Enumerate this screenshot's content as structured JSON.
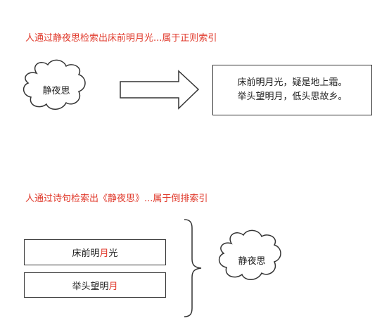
{
  "section1": {
    "caption": "人通过静夜思检索出床前明月光...属于正则索引",
    "cloud_label": "静夜思",
    "result_lines": [
      "床前明月光，疑是地上霜。",
      "举头望明月，低头思故乡。"
    ]
  },
  "section2": {
    "caption": "人通过诗句检索出《静夜思》...属于倒排索引",
    "line1": {
      "before": "床前明",
      "highlight": "月",
      "after": "光"
    },
    "line2": {
      "before": "举头望明",
      "highlight": "月",
      "after": ""
    },
    "cloud_label": "静夜思"
  },
  "colors": {
    "caption": "#e0392b",
    "highlight": "#e0392b",
    "stroke": "#333333"
  }
}
